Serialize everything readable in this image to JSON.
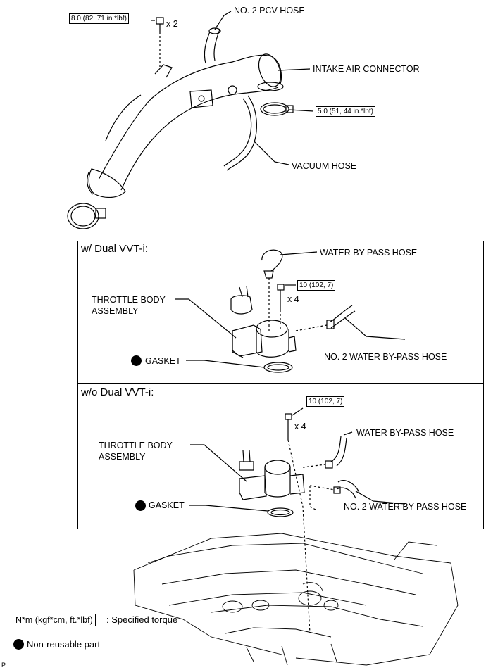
{
  "top": {
    "bolt_torque": "8.0 (82, 71 in.*lbf)",
    "bolt_qty": "x 2",
    "pcv_hose": "NO. 2 PCV HOSE",
    "intake_connector": "INTAKE AIR CONNECTOR",
    "clamp_torque": "5.0 (51, 44 in.*lbf)",
    "vacuum_hose": "VACUUM HOSE"
  },
  "dual": {
    "title": "w/ Dual VVT-i:",
    "water_bypass": "WATER BY-PASS HOSE",
    "bolt_torque": "10 (102, 7)",
    "bolt_qty": "x 4",
    "throttle_line1": "THROTTLE BODY",
    "throttle_line2": "ASSEMBLY",
    "no2_water_bypass": "NO. 2 WATER BY-PASS HOSE",
    "gasket": "GASKET"
  },
  "single": {
    "title": "w/o Dual VVT-i:",
    "bolt_torque": "10 (102, 7)",
    "bolt_qty": "x 4",
    "water_bypass": "WATER BY-PASS HOSE",
    "throttle_line1": "THROTTLE BODY",
    "throttle_line2": "ASSEMBLY",
    "gasket": "GASKET",
    "no2_water_bypass": "NO. 2 WATER BY-PASS HOSE"
  },
  "legend": {
    "torque_box": "N*m (kgf*cm, ft.*lbf)",
    "torque_desc": ": Specified torque",
    "nonreusable": "Non-reusable part"
  },
  "corner_mark": "P"
}
